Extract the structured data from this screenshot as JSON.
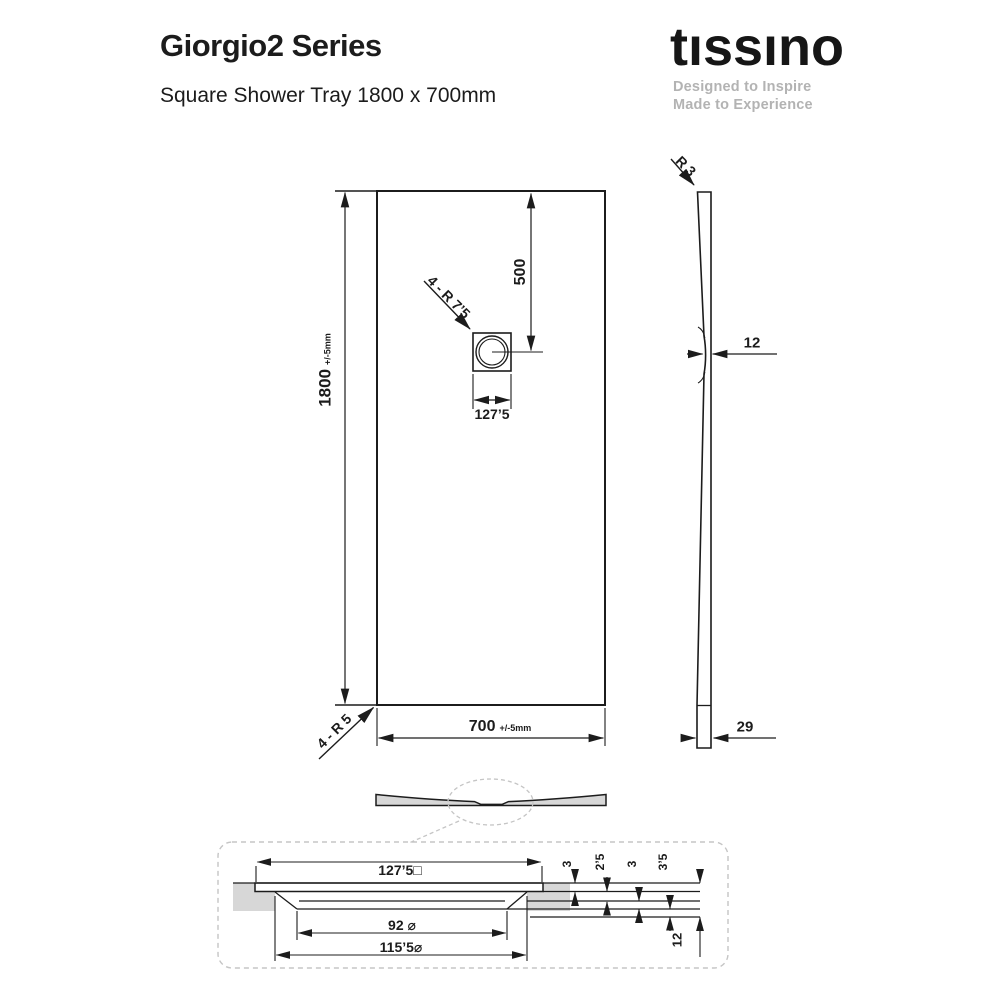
{
  "header": {
    "title": "Giorgio2 Series",
    "subtitle": "Square Shower Tray 1800 x 700mm"
  },
  "brand": {
    "logo": "tıssıno",
    "tagline_line1": "Designed to Inspire",
    "tagline_line2": "Made to Experience"
  },
  "plan_view": {
    "length_dim": {
      "value": "1800",
      "tolerance": "+/-5mm"
    },
    "width_dim": {
      "value": "700",
      "tolerance": "+/-5mm"
    },
    "drain_offset_dim": "500",
    "drain_square_dim": "127’5",
    "drain_corner_radius_note": "4 - R 7’5",
    "tray_corner_radius_note": "4 - R 5"
  },
  "side_view": {
    "edge_radius_note": "R 3",
    "center_thickness_dim": "12",
    "edge_height_dim": "29"
  },
  "detail_view": {
    "recess_square_dim": "127’5□",
    "waste_hole_dim": "92 ⌀",
    "flange_dim": "115’5⌀",
    "step_dims": [
      "3",
      "2’5",
      "3",
      "3’5"
    ],
    "total_depth_dim": "12"
  }
}
